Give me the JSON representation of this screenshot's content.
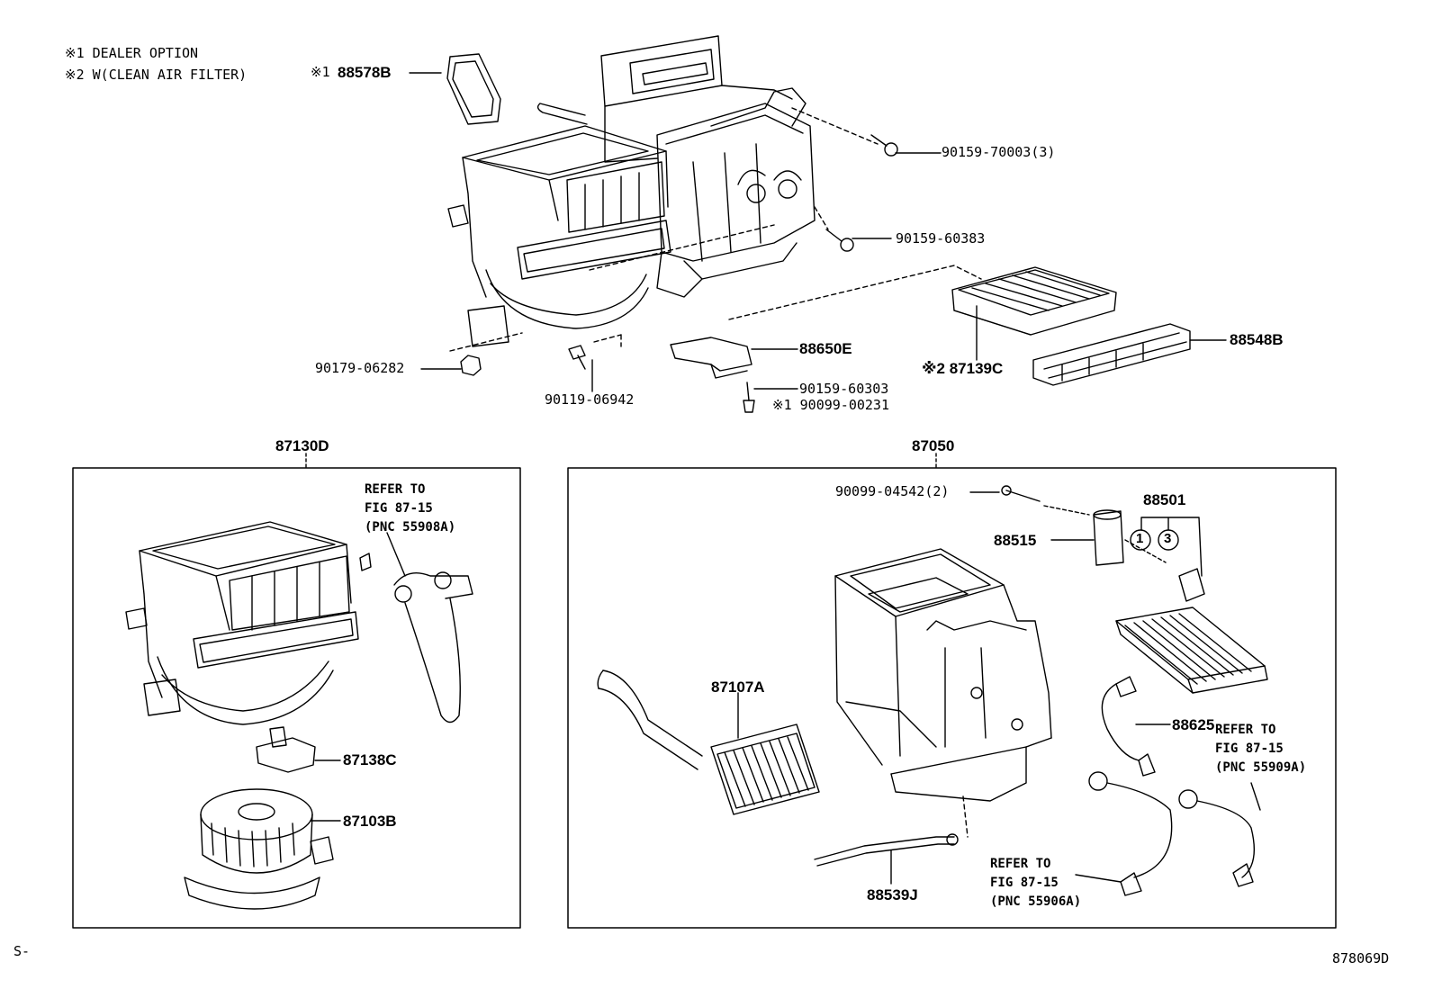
{
  "notes": {
    "note1": "※1 DEALER OPTION",
    "note2": "※2 W(CLEAN AIR FILTER)"
  },
  "top_labels": {
    "p88578b_mark": "※1",
    "p88578b": "88578B",
    "p90159_70003": "90159-70003(3)",
    "p90159_60383": "90159-60383",
    "p88650e": "88650E",
    "p90159_60303": "90159-60303",
    "p90099_00231": "※1 90099-00231",
    "p90179_06282": "90179-06282",
    "p90119_06942": "90119-06942",
    "p87139c": "※2 87139C",
    "p88548b": "88548B"
  },
  "left_box": {
    "title": "87130D",
    "refer_line1": "REFER TO",
    "refer_line2": "FIG 87-15",
    "refer_line3": "(PNC 55908A)",
    "p87138c": "87138C",
    "p87103b": "87103B"
  },
  "right_box": {
    "title": "87050",
    "p90099_04542": "90099-04542(2)",
    "p88501": "88501",
    "p88515": "88515",
    "circle1": "1",
    "circle3": "3",
    "p87107a": "87107A",
    "p88625": "88625",
    "refer_a_line1": "REFER TO",
    "refer_a_line2": "FIG 87-15",
    "refer_a_line3": "(PNC 55909A)",
    "refer_b_line1": "REFER TO",
    "refer_b_line2": "FIG 87-15",
    "refer_b_line3": "(PNC 55906A)",
    "p88539j": "88539J"
  },
  "footer": {
    "left": "S-",
    "right": "878069D"
  }
}
